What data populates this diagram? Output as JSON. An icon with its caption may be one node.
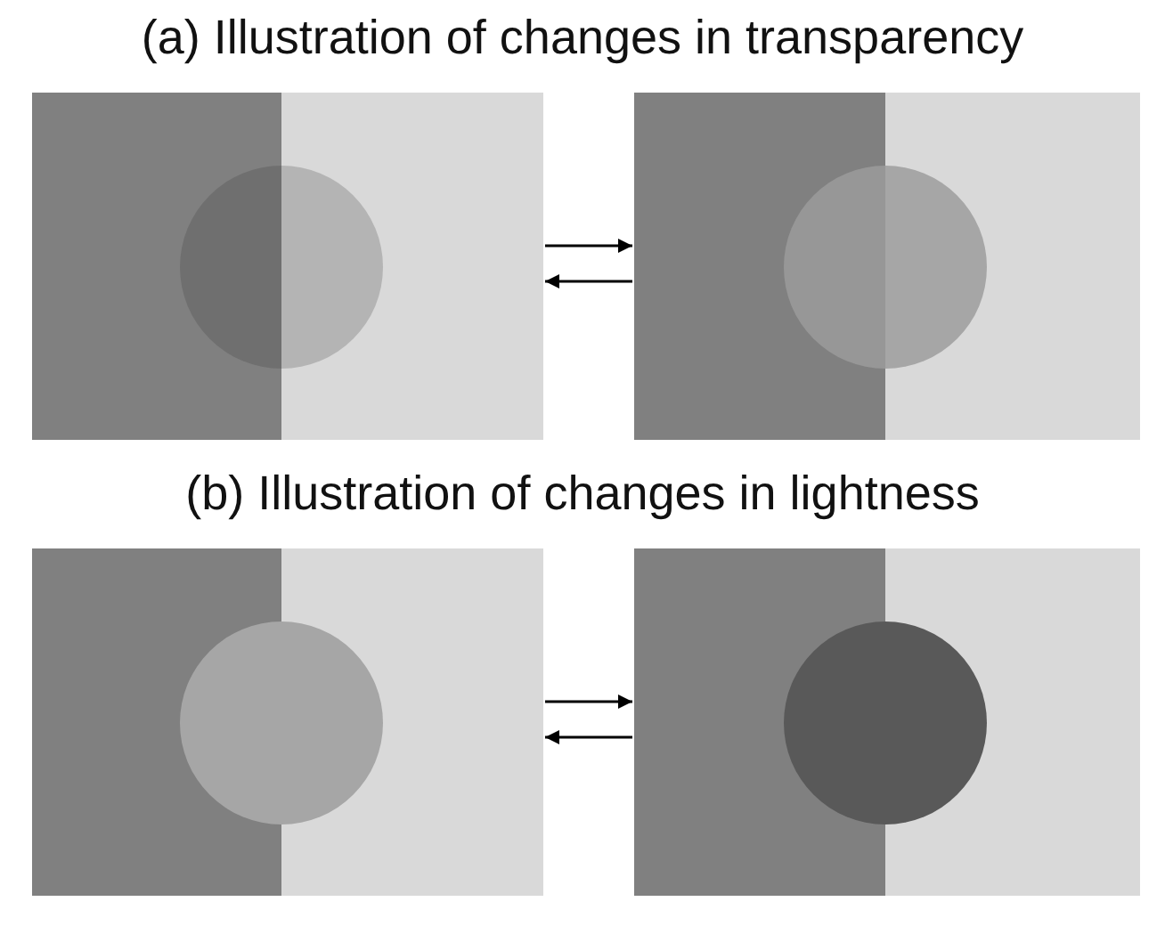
{
  "diagram": {
    "nodes": [
      {
        "text": [],
        "shape": "picture"
      },
      {
        "text": [],
        "shape": "picture"
      },
      {
        "text": [],
        "shape": "picture"
      },
      {
        "text": [],
        "shape": "picture"
      }
    ],
    "edges": [
      {
        "from": 0,
        "to": 1,
        "arrow": "to"
      },
      {
        "from": 1,
        "to": 0,
        "arrow": "to"
      },
      {
        "from": 2,
        "to": 3,
        "arrow": "to"
      },
      {
        "from": 3,
        "to": 2,
        "arrow": "to"
      }
    ],
    "labels": [
      "(a) Illustration of changes in transparency",
      "(b) Illustration of changes in lightness"
    ]
  }
}
